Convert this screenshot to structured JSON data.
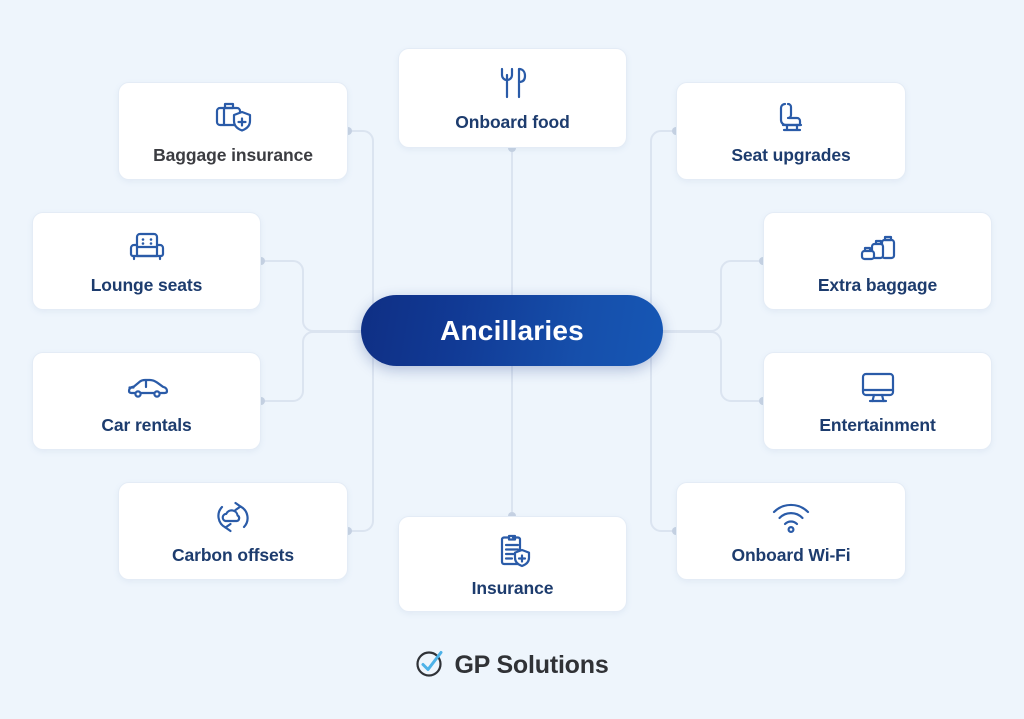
{
  "diagram": {
    "title": "Ancillaries",
    "center": {
      "label": "Ancillaries",
      "gradient_from": "#0f2f84",
      "gradient_to": "#1657b5",
      "text_color": "#ffffff"
    },
    "background_color": "#eef5fc",
    "connector_color": "#dbe4f0",
    "connector_dot_color": "#c6d2e3",
    "card_background": "#ffffff",
    "icon_color": "#2a5ba8",
    "nodes": [
      {
        "id": "baggage-insurance",
        "label": "Baggage insurance",
        "icon": "suitcase-shield-icon",
        "label_color": "#3b3c41",
        "side": "left"
      },
      {
        "id": "lounge-seats",
        "label": "Lounge seats",
        "icon": "armchair-icon",
        "label_color": "#1d3c6e",
        "side": "left"
      },
      {
        "id": "car-rentals",
        "label": "Car rentals",
        "icon": "car-icon",
        "label_color": "#1d3c6e",
        "side": "left"
      },
      {
        "id": "carbon-offsets",
        "label": "Carbon offsets",
        "icon": "cloud-recycle-icon",
        "label_color": "#1d3c6e",
        "side": "left"
      },
      {
        "id": "onboard-food",
        "label": "Onboard food",
        "icon": "fork-knife-icon",
        "label_color": "#1d3c6e",
        "side": "top"
      },
      {
        "id": "insurance",
        "label": "Insurance",
        "icon": "clipboard-shield-icon",
        "label_color": "#1d3c6e",
        "side": "bottom"
      },
      {
        "id": "seat-upgrades",
        "label": "Seat upgrades",
        "icon": "airplane-seat-icon",
        "label_color": "#1d3c6e",
        "side": "right"
      },
      {
        "id": "extra-baggage",
        "label": "Extra baggage",
        "icon": "luggage-set-icon",
        "label_color": "#1d3c6e",
        "side": "right"
      },
      {
        "id": "entertainment",
        "label": "Entertainment",
        "icon": "monitor-icon",
        "label_color": "#1d3c6e",
        "side": "right"
      },
      {
        "id": "onboard-wifi",
        "label": "Onboard Wi-Fi",
        "icon": "wifi-icon",
        "label_color": "#1d3c6e",
        "side": "right"
      }
    ]
  },
  "footer": {
    "brand": "GP Solutions",
    "mark": "check-circle-icon",
    "mark_color": "#2f3237",
    "check_color": "#4db2e8",
    "text_color": "#303236"
  }
}
